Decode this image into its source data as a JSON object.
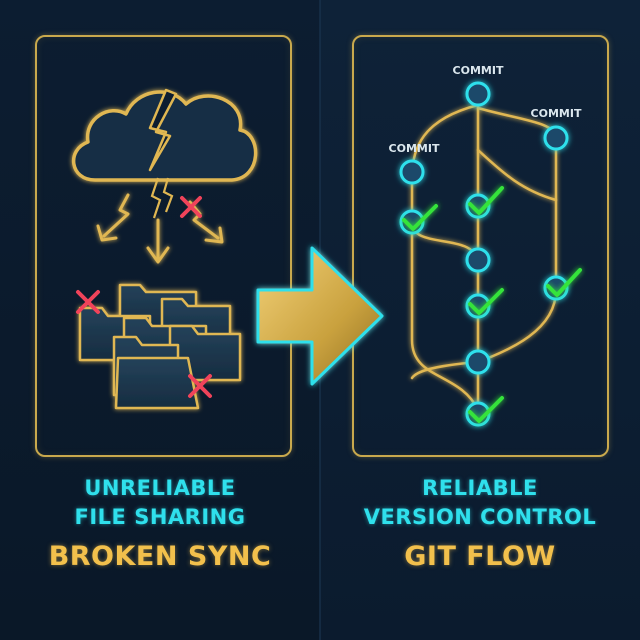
{
  "left": {
    "line1": "UNRELIABLE",
    "line2": "FILE SHARING",
    "title": "BROKEN SYNC"
  },
  "right": {
    "line1": "RELIABLE",
    "line2": "VERSION CONTROL",
    "title": "GIT FLOW"
  },
  "commit_labels": [
    "COMMIT",
    "COMMIT",
    "COMMIT"
  ],
  "colors": {
    "gold": "#c9a94d",
    "cyan": "#2fe0ec",
    "title_gold": "#f2c04c",
    "error_red": "#f0435a",
    "check_green": "#35e33a",
    "node_fill": "#1b4a6a"
  },
  "icons": [
    "cloud-icon",
    "lightning-crack-icon",
    "folder-icon",
    "error-x-icon",
    "arrow-right-icon",
    "commit-node-icon",
    "checkmark-icon"
  ]
}
